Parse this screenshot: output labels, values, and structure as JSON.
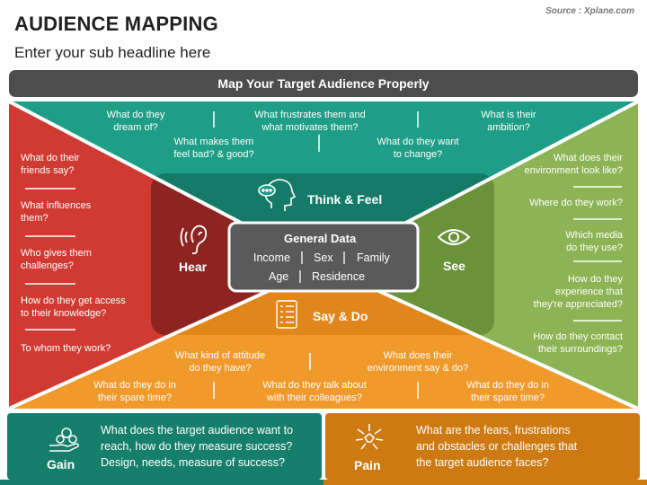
{
  "header": {
    "title": "AUDIENCE MAPPING",
    "subtitle": "Enter your sub headline here",
    "source": "Source : Xplane.com",
    "banner": "Map Your Target Audience Properly"
  },
  "colors": {
    "think_feel": "#1e9e86",
    "hear": "#cf3b33",
    "see": "#8cb454",
    "say_do": "#f09a2c",
    "gain": "#167f6c",
    "pain": "#cd7a12",
    "center": "#5a5a5a"
  },
  "think_feel": {
    "label": "Think & Feel",
    "icon": "head-thought-icon",
    "questions": [
      "What do they\ndream of?",
      "What makes them\nfeel bad? & good?",
      "What frustrates them and\nwhat motivates them?",
      "What do they want\nto change?",
      "What is their\nambition?"
    ]
  },
  "hear": {
    "label": "Hear",
    "icon": "ear-icon",
    "questions": [
      "What do their\nfriends say?",
      "What influences\nthem?",
      "Who gives them\nchallenges?",
      "How do they get access\nto their knowledge?",
      "To whom they work?"
    ]
  },
  "see": {
    "label": "See",
    "icon": "eye-icon",
    "questions": [
      "What does their\nenvironment look like?",
      "Where do they work?",
      "Which media\ndo they use?",
      "How do they\nexperience that\nthey're appreciated?",
      "How do they contact\ntheir surroundings?"
    ]
  },
  "say_do": {
    "label": "Say & Do",
    "icon": "checklist-icon",
    "questions": [
      "What kind of attitude\ndo they have?",
      "What does their\nenvironment say & do?",
      "What do they do in\ntheir spare time?",
      "What do they talk about\nwith their colleagues?",
      "What do they do in\ntheir spare time?"
    ]
  },
  "general_data": {
    "title": "General Data",
    "row1": [
      "Income",
      "Sex",
      "Family"
    ],
    "row2": [
      "Age",
      "Residence"
    ]
  },
  "gain": {
    "label": "Gain",
    "icon": "coins-hand-icon",
    "text": "What does the target audience want to\nreach, how do they measure success?\nDesign, needs, measure of success?"
  },
  "pain": {
    "label": "Pain",
    "icon": "burst-icon",
    "text": "What are the fears, frustrations\nand obstacles or challenges that\nthe target audience faces?"
  }
}
